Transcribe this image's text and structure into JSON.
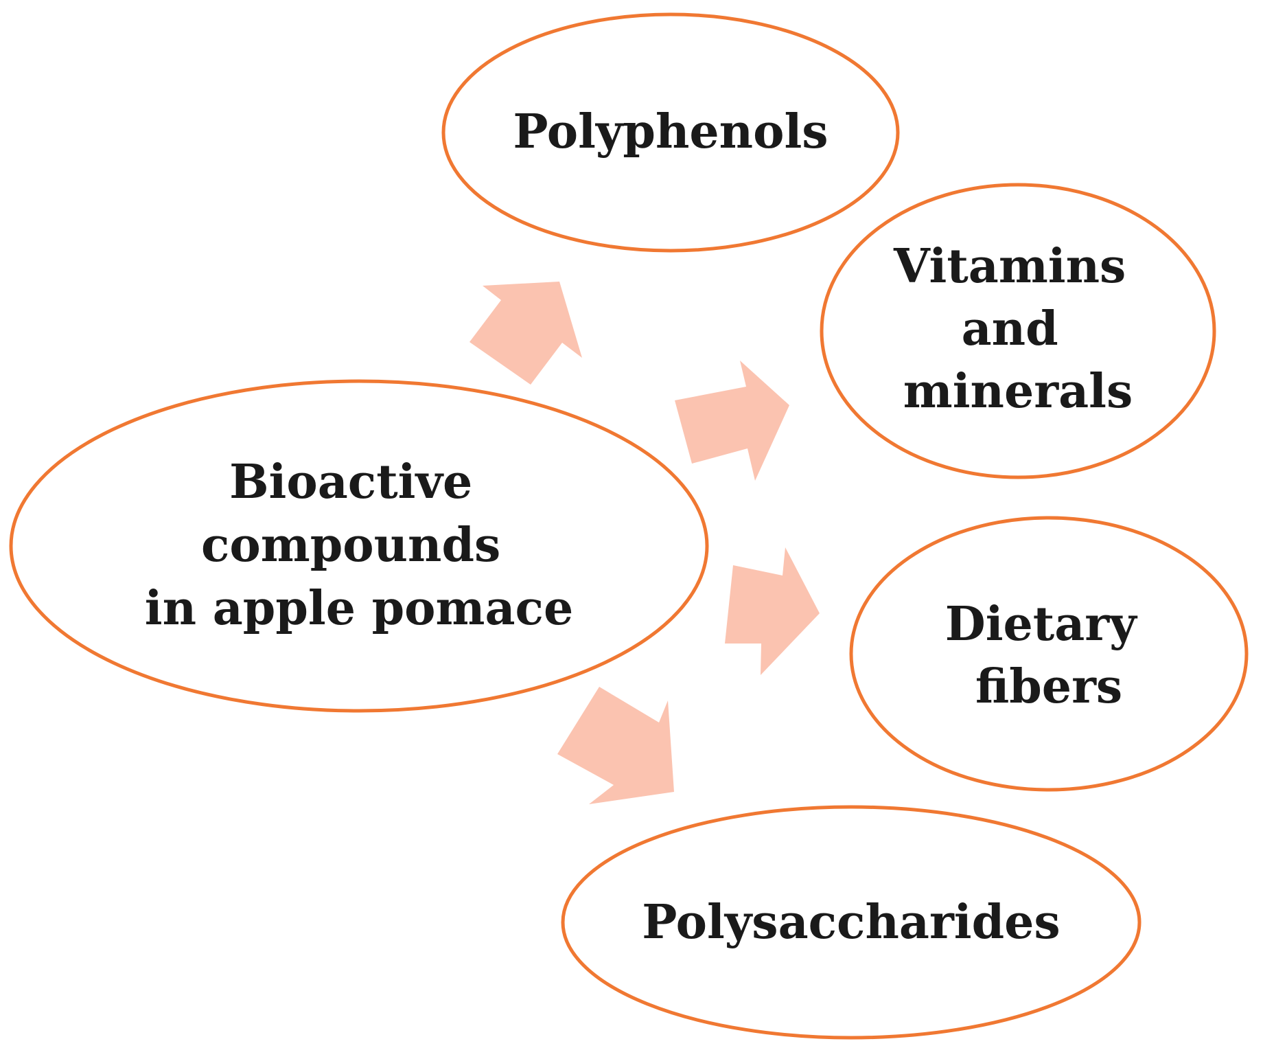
{
  "colors": {
    "ellipse_stroke": "#F07832",
    "arrow_fill": "#FBC3B0",
    "text": "#1a1a1a",
    "background": "#ffffff"
  },
  "source": {
    "lines": [
      "Bioactive",
      "compounds",
      "in apple pomace"
    ]
  },
  "targets": {
    "polyphenols": {
      "lines": [
        "Polyphenols"
      ]
    },
    "vitamins": {
      "lines": [
        "Vitamins",
        "and",
        "minerals"
      ]
    },
    "dietary_fibers": {
      "lines": [
        "Dietary",
        "fibers"
      ]
    },
    "polysaccharides": {
      "lines": [
        "Polysaccharides"
      ]
    }
  }
}
